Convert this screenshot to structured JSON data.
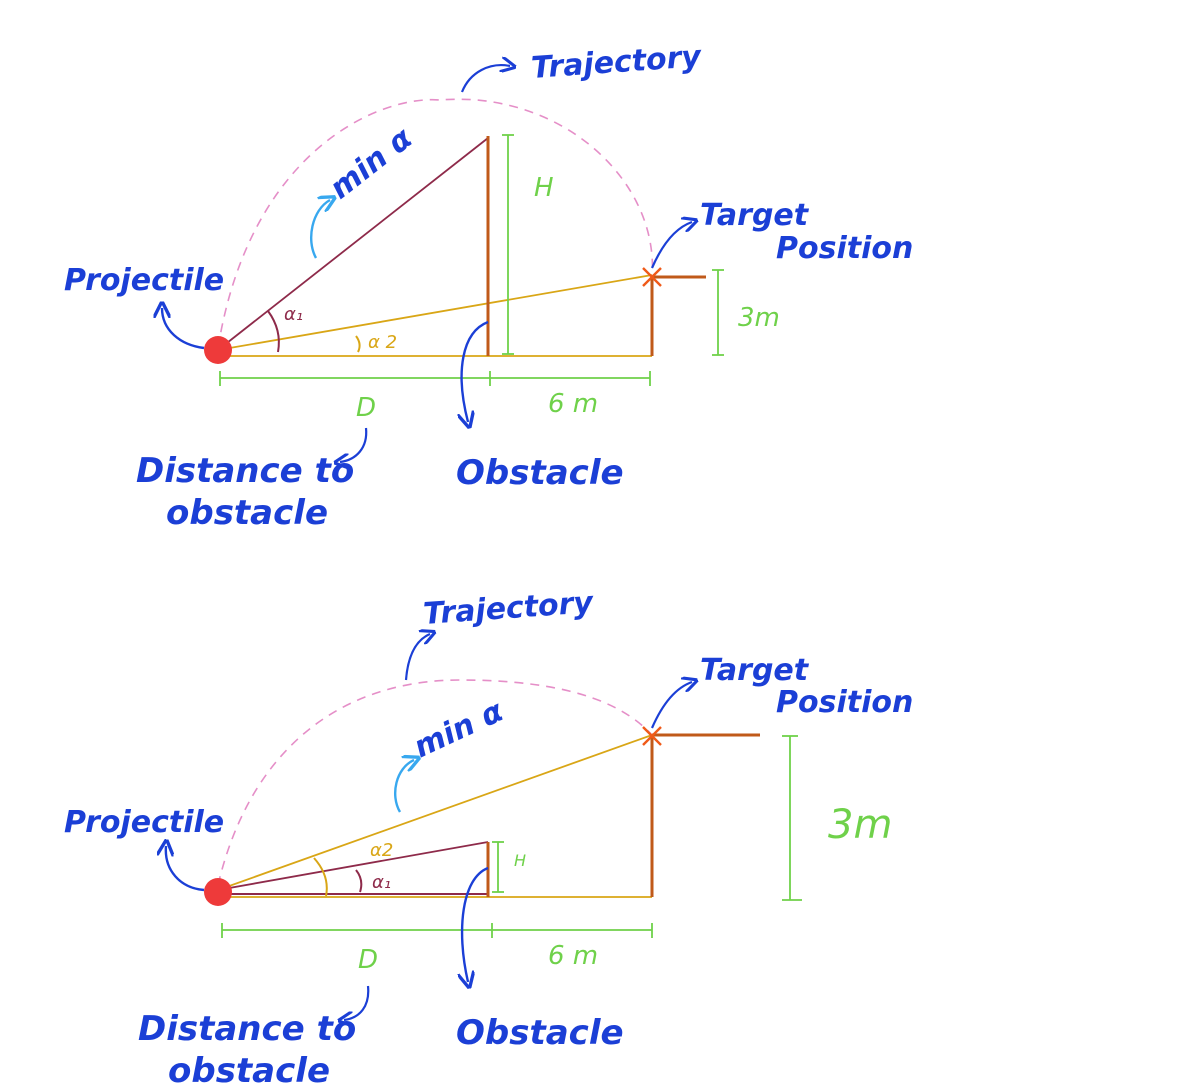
{
  "top": {
    "trajectory_label": "Trajectory",
    "min_alpha_label": "min α",
    "projectile_label": "Projectile",
    "target_label_line1": "Target",
    "target_label_line2": "Position",
    "height_label": "H",
    "height_3m_label": "3m",
    "alpha1_label": "α₁",
    "alpha2_label": "α 2",
    "distance_symbol": "D",
    "distance_label_line1": "Distance to",
    "distance_label_line2": "obstacle",
    "obstacle_label": "Obstacle",
    "six_m_label": "6 m"
  },
  "bottom": {
    "trajectory_label": "Trajectory",
    "min_alpha_label": "min α",
    "projectile_label": "Projectile",
    "target_label_line1": "Target",
    "target_label_line2": "Position",
    "height_label": "H",
    "height_3m_label": "3m",
    "alpha1_label": "α₁",
    "alpha2_label": "α2",
    "distance_symbol": "D",
    "distance_label_line1": "Distance to",
    "distance_label_line2": "obstacle",
    "obstacle_label": "Obstacle",
    "six_m_label": "6 m"
  },
  "colors": {
    "blue": "#1b3fd6",
    "light_blue": "#38a8ef",
    "green": "#6fd14a",
    "pink": "#e58fc8",
    "maroon": "#8e2a4a",
    "gold": "#d9a616",
    "brown": "#c05a1a",
    "orange": "#f05a18",
    "red": "#ee3a3a"
  }
}
